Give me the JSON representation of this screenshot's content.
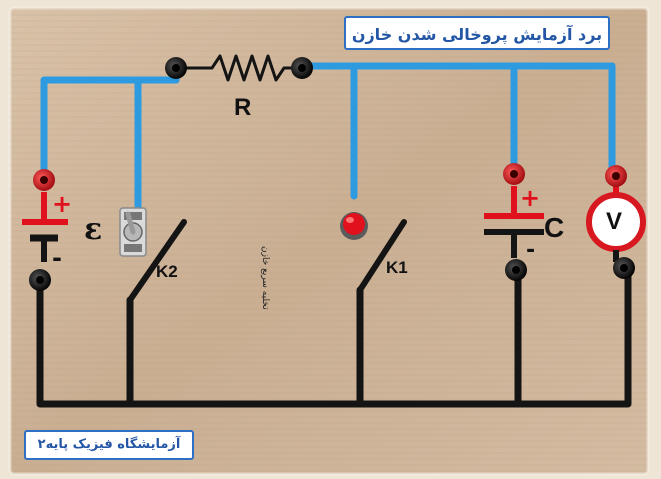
{
  "board": {
    "title": "برد آزمایش پروخالی شدن خازن",
    "footer": "آزمایشگاه فیزیک پایه۲",
    "fast_discharge_note": "تخلیه سریع خازن"
  },
  "labels": {
    "resistor": "R",
    "switch_k2": "K2",
    "switch_k1": "K1",
    "capacitor": "C",
    "battery": "ε",
    "voltmeter": "V",
    "plus": "+",
    "minus": "-"
  },
  "colors": {
    "wire_blue": "#2e9be0",
    "wire_black": "#141414",
    "terminal_red": "#d81820",
    "title_blue": "#2456a6",
    "board_wood": "#cdb49a"
  },
  "icons": [
    "resistor-icon",
    "battery-icon",
    "capacitor-icon",
    "voltmeter-icon",
    "toggle-switch-icon",
    "push-button-icon"
  ]
}
